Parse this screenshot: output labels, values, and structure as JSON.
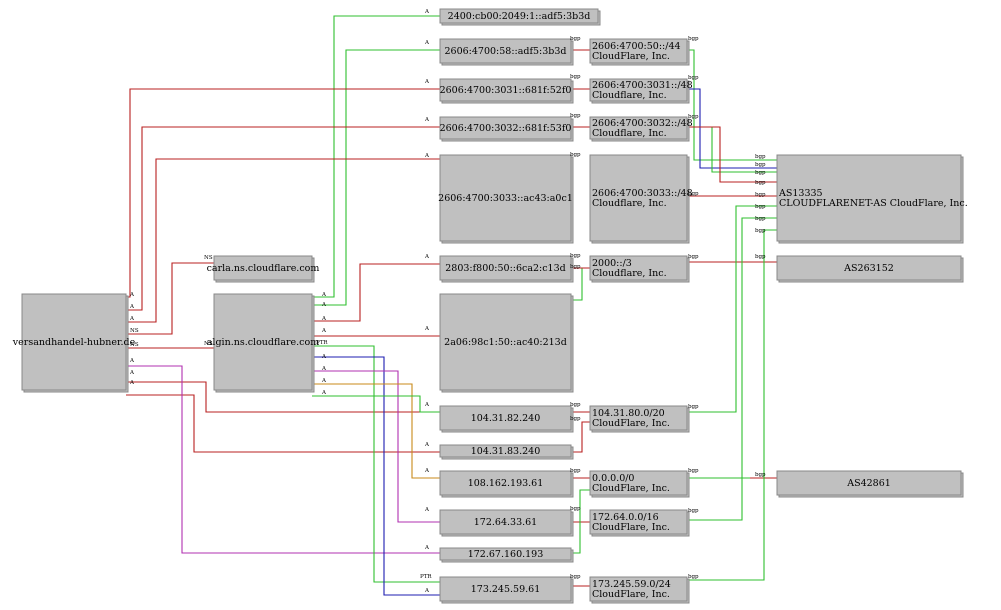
{
  "colors": {
    "green": "#2fbf2f",
    "red": "#b82020",
    "blue": "#1c1cb0",
    "purple": "#b030b0",
    "orange": "#c88a1a",
    "node_fill": "#c0c0c0"
  },
  "nodes": {
    "versand": {
      "lines": [
        "versandhandel-hubner.de"
      ]
    },
    "carla": {
      "lines": [
        "carla.ns.cloudflare.com"
      ]
    },
    "algin": {
      "lines": [
        "algin.ns.cloudflare.com"
      ]
    },
    "ip_2400": {
      "lines": [
        "2400:cb00:2049:1::adf5:3b3d"
      ]
    },
    "ip_2606_58": {
      "lines": [
        "2606:4700:58::adf5:3b3d"
      ]
    },
    "ip_3031": {
      "lines": [
        "2606:4700:3031::681f:52f0"
      ]
    },
    "ip_3032": {
      "lines": [
        "2606:4700:3032::681f:53f0"
      ]
    },
    "ip_3033": {
      "lines": [
        "2606:4700:3033::ac43:a0c1"
      ]
    },
    "ip_2803": {
      "lines": [
        "2803:f800:50::6ca2:c13d"
      ]
    },
    "ip_2a06": {
      "lines": [
        "2a06:98c1:50::ac40:213d"
      ]
    },
    "ip_104_82": {
      "lines": [
        "104.31.82.240"
      ]
    },
    "ip_104_83": {
      "lines": [
        "104.31.83.240"
      ]
    },
    "ip_108": {
      "lines": [
        "108.162.193.61"
      ]
    },
    "ip_172_64": {
      "lines": [
        "172.64.33.61"
      ]
    },
    "ip_172_67": {
      "lines": [
        "172.67.160.193"
      ]
    },
    "ip_173": {
      "lines": [
        "173.245.59.61"
      ]
    },
    "pfx_2606_50": {
      "lines": [
        "2606:4700:50::/44",
        "CloudFlare, Inc."
      ]
    },
    "pfx_3031": {
      "lines": [
        "2606:4700:3031::/48",
        "Cloudflare, Inc."
      ]
    },
    "pfx_3032": {
      "lines": [
        "2606:4700:3032::/48",
        "Cloudflare, Inc."
      ]
    },
    "pfx_3033": {
      "lines": [
        "2606:4700:3033::/48",
        "Cloudflare, Inc."
      ]
    },
    "pfx_2000": {
      "lines": [
        "2000::/3",
        "Cloudflare, Inc."
      ]
    },
    "pfx_104": {
      "lines": [
        "104.31.80.0/20",
        "CloudFlare, Inc."
      ]
    },
    "pfx_0000": {
      "lines": [
        "0.0.0.0/0",
        "CloudFlare, Inc."
      ]
    },
    "pfx_172": {
      "lines": [
        "172.64.0.0/16",
        "CloudFlare, Inc."
      ]
    },
    "pfx_173": {
      "lines": [
        "173.245.59.0/24",
        "CloudFlare, Inc."
      ]
    },
    "as13335": {
      "lines": [
        "AS13335",
        "CLOUDFLARENET-AS CloudFlare, Inc."
      ]
    },
    "as263152": {
      "lines": [
        "AS263152"
      ]
    },
    "as42861": {
      "lines": [
        "AS42861"
      ]
    }
  },
  "edge_labels": {
    "a": "A",
    "ns": "NS",
    "ptr": "PTR",
    "bgp": "bgp"
  }
}
